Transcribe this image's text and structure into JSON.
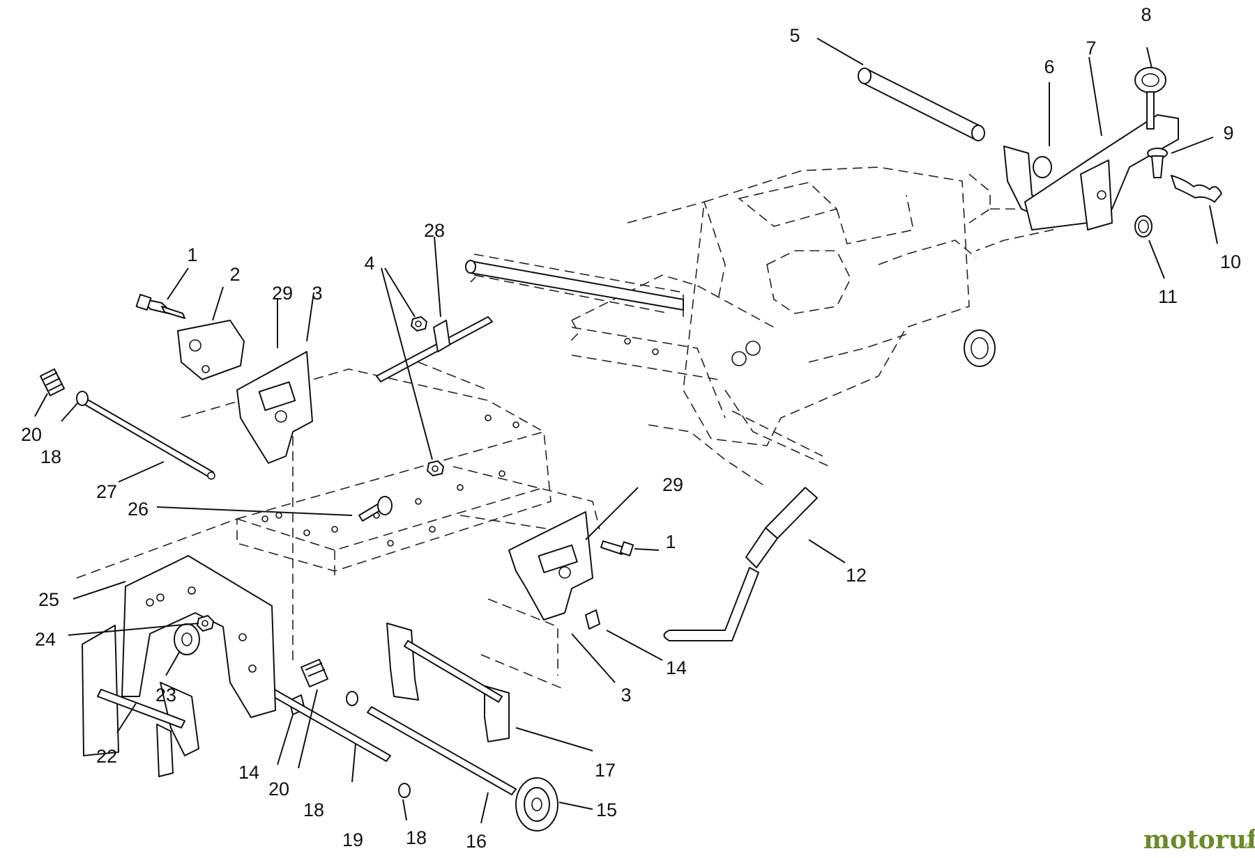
{
  "callouts": [
    {
      "id": "c1",
      "text": "1"
    },
    {
      "id": "c2",
      "text": "2"
    },
    {
      "id": "c3",
      "text": "3"
    },
    {
      "id": "c4",
      "text": "4"
    },
    {
      "id": "c5",
      "text": "5"
    },
    {
      "id": "c6",
      "text": "6"
    },
    {
      "id": "c7",
      "text": "7"
    },
    {
      "id": "c8",
      "text": "8"
    },
    {
      "id": "c9",
      "text": "9"
    },
    {
      "id": "c10",
      "text": "10"
    },
    {
      "id": "c11",
      "text": "11"
    },
    {
      "id": "c12",
      "text": "12"
    },
    {
      "id": "c14",
      "text": "14"
    },
    {
      "id": "c15",
      "text": "15"
    },
    {
      "id": "c16",
      "text": "16"
    },
    {
      "id": "c17",
      "text": "17"
    },
    {
      "id": "c18",
      "text": "18"
    },
    {
      "id": "c19",
      "text": "19"
    },
    {
      "id": "c20",
      "text": "20"
    },
    {
      "id": "c22",
      "text": "22"
    },
    {
      "id": "c23",
      "text": "23"
    },
    {
      "id": "c24",
      "text": "24"
    },
    {
      "id": "c25",
      "text": "25"
    },
    {
      "id": "c26",
      "text": "26"
    },
    {
      "id": "c27",
      "text": "27"
    },
    {
      "id": "c28",
      "text": "28"
    },
    {
      "id": "c29",
      "text": "29"
    }
  ],
  "watermark": {
    "main": "motoruf",
    "suffix": ".de"
  },
  "colors": {
    "line": "#111111",
    "background": "#ffffff",
    "watermark": "#6a8a2a"
  }
}
